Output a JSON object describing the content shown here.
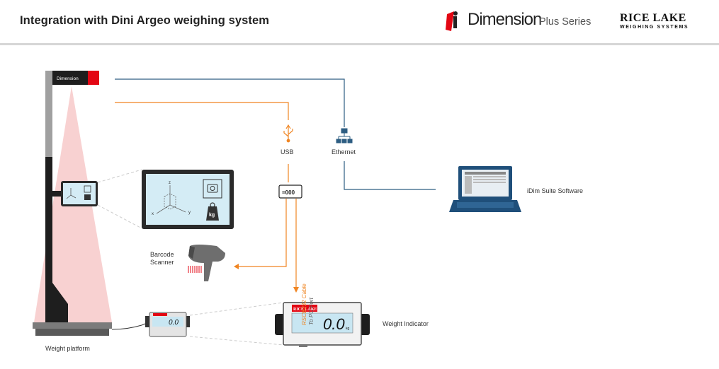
{
  "header": {
    "title": "Integration with Dini Argeo weighing system",
    "brand_word": "Dimension",
    "brand_series": "Plus Series",
    "partner_name": "RICE LAKE",
    "partner_sub": "WEIGHING SYSTEMS"
  },
  "device": {
    "head_label": "Dimension"
  },
  "labels": {
    "usb": "USB",
    "ethernet": "Ethernet",
    "idim": "iDim Suite Software",
    "barcode_line1": "Barcode",
    "barcode_line2": "Scanner",
    "rs232_line1": "RSCB232 Cable",
    "rs232_line2": "To PC Port",
    "weight_indicator": "Weight Indicator",
    "weight_platform": "Weight platform",
    "converter": "=000"
  },
  "readouts": {
    "small_indicator": "0.0",
    "large_indicator": "0.0",
    "unit": "kg",
    "screen_unit": "kg",
    "indicator_brand": "RICE LAKE"
  },
  "colors": {
    "orange": "#f08522",
    "blue": "#2d5d82",
    "beam": "#f7c9c9",
    "screen": "#d4ecf5",
    "red": "#e30613"
  },
  "icons": [
    "usb-icon",
    "ethernet-icon",
    "laptop-icon",
    "barcode-scanner-icon",
    "camera-icon",
    "weight-icon",
    "axis-icon",
    "converter-icon"
  ]
}
